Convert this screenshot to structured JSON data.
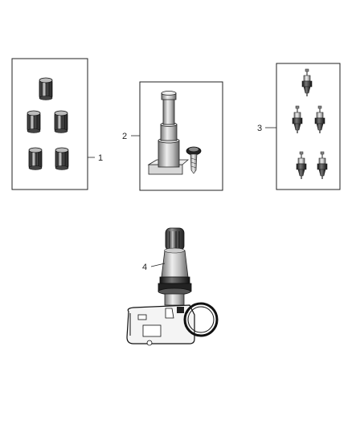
{
  "callouts": {
    "cap_set": "1",
    "valve_stem_kit": "2",
    "core_set": "3",
    "sensor": "4"
  }
}
